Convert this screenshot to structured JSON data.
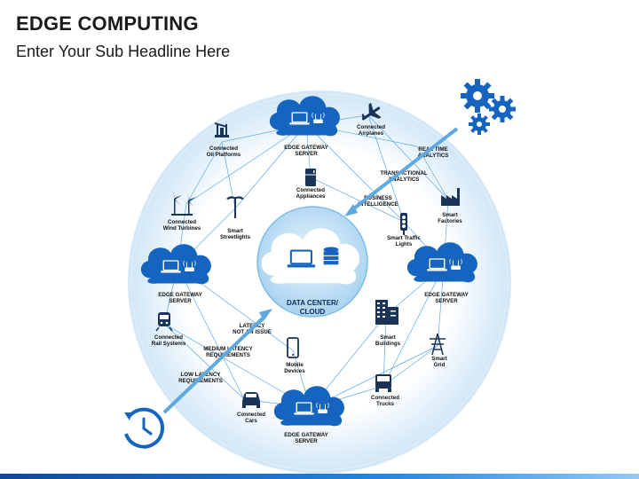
{
  "header": {
    "title": "EDGE COMPUTING",
    "subtitle": "Enter Your Sub Headline Here"
  },
  "colors": {
    "primary_blue": "#1565c0",
    "light_blue": "#c8e3f6",
    "ring_blue": "#d6ebf8",
    "line_blue": "#5fa8e0"
  },
  "center": {
    "label_line1": "DATA CENTER/",
    "label_line2": "CLOUD"
  },
  "gateways": {
    "top": [
      "EDGE GATEWAY",
      "SERVER"
    ],
    "left": [
      "EDGE GATEWAY",
      "SERVER"
    ],
    "right": [
      "EDGE GATEWAY",
      "SERVER"
    ],
    "bottom": [
      "EDGE GATEWAY",
      "SERVER"
    ]
  },
  "devices": {
    "oil": [
      "Connected",
      "Oil Platforms"
    ],
    "airplanes": [
      "Connected",
      "Airplanes"
    ],
    "appliances": [
      "Connected",
      "Appliances"
    ],
    "wind": [
      "Connected",
      "Wind Turbines"
    ],
    "streetlights": [
      "Smart",
      "Streetlights"
    ],
    "traffic": [
      "Smart Traffic",
      "Lights"
    ],
    "factories": [
      "Smart",
      "Factories"
    ],
    "rail": [
      "Connected",
      "Rail Systems"
    ],
    "mobile": [
      "Mobile",
      "Devices"
    ],
    "buildings": [
      "Smart",
      "Buildings"
    ],
    "grid": [
      "Smart",
      "Grid"
    ],
    "trucks": [
      "Connected",
      "Trucks"
    ],
    "cars": [
      "Connected",
      "Cars"
    ]
  },
  "analytics": {
    "realtime": [
      "REAL TIME",
      "ANALYTICS"
    ],
    "transactional": [
      "TRANSACTIONAL",
      "ANALYTICS"
    ],
    "bi": [
      "BUSINESS",
      "INTELLIGENCE"
    ]
  },
  "latency": {
    "none": [
      "LATENCY",
      "NOT AN ISSUE"
    ],
    "medium": [
      "MEDIUM LATENCY",
      "REQUIREMENTS"
    ],
    "low": [
      "LOW LATENCY",
      "REQUIREMENTS"
    ]
  },
  "icons": [
    "gears-icon",
    "clock-icon",
    "cloud-icon",
    "laptop-icon",
    "database-icon",
    "router-icon"
  ]
}
